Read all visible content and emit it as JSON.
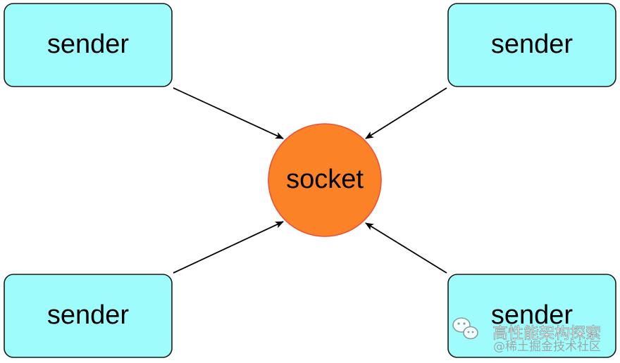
{
  "nodes": {
    "sender_top_left": {
      "label": "sender"
    },
    "sender_top_right": {
      "label": "sender"
    },
    "sender_bottom_left": {
      "label": "sender"
    },
    "sender_bottom_right": {
      "label": "sender"
    },
    "socket": {
      "label": "socket"
    }
  },
  "edges": [
    {
      "from": "sender_top_left",
      "to": "socket"
    },
    {
      "from": "sender_top_right",
      "to": "socket"
    },
    {
      "from": "sender_bottom_left",
      "to": "socket"
    },
    {
      "from": "sender_bottom_right",
      "to": "socket"
    }
  ],
  "watermark": {
    "line1": "高性能架构探索",
    "line2": "@稀土掘金技术社区"
  },
  "colors": {
    "sender_fill": "#9ffcfd",
    "sender_stroke": "#1a1a1a",
    "socket_fill": "#fb8227",
    "socket_stroke": "#e8533a",
    "edge": "#000000"
  }
}
